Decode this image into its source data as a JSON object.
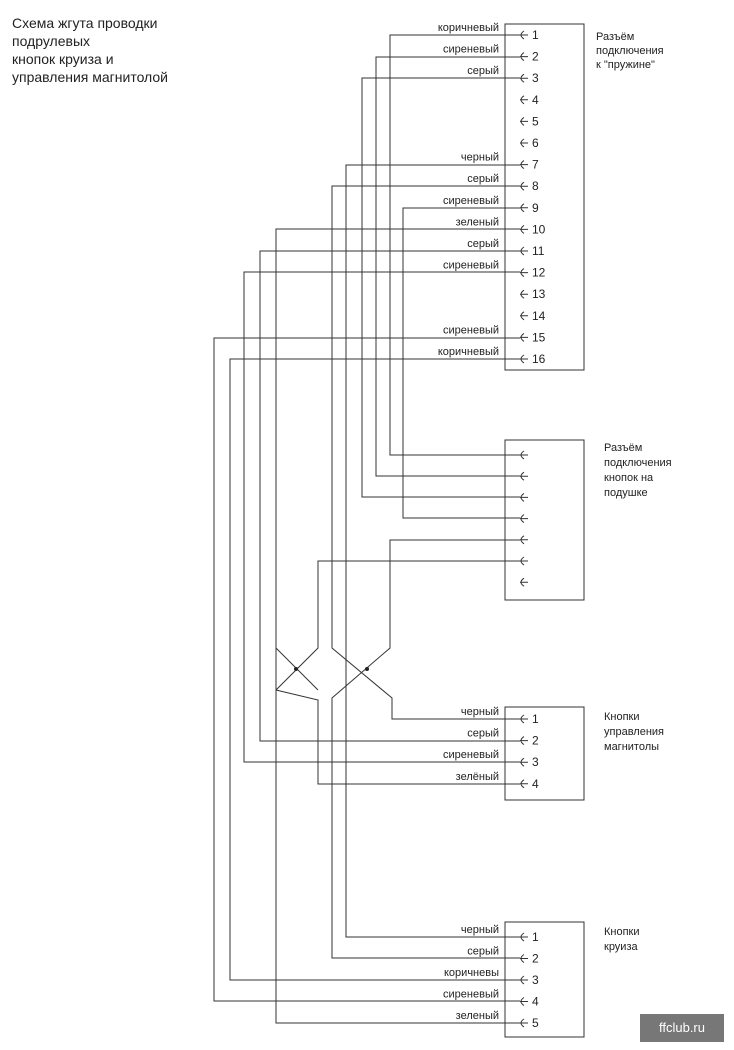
{
  "title": [
    "Схема жгута проводки",
    "подрулевых",
    "кнопок круиза и",
    "управления магнитолой"
  ],
  "connectors": {
    "spring": {
      "label": [
        "Разъём",
        "подключения",
        "к \"пружине\""
      ],
      "pins": [
        "1",
        "2",
        "3",
        "4",
        "5",
        "6",
        "7",
        "8",
        "9",
        "10",
        "11",
        "12",
        "13",
        "14",
        "15",
        "16"
      ],
      "wires": [
        "коричневый",
        "сиреневый",
        "серый",
        "",
        "",
        "",
        "черный",
        "серый",
        "сиреневый",
        "зеленый",
        "серый",
        "сиреневый",
        "",
        "",
        "сиреневый",
        "коричневый"
      ]
    },
    "pad": {
      "label": [
        "Разъём",
        "подключения",
        "кнопок на",
        "подушке"
      ]
    },
    "audio": {
      "label": [
        "Кнопки",
        "управления",
        "магнитолы"
      ],
      "pins": [
        "1",
        "2",
        "3",
        "4"
      ],
      "wires": [
        "черный",
        "серый",
        "сиреневый",
        "зелёный"
      ]
    },
    "cruise": {
      "label": [
        "Кнопки",
        "круиза"
      ],
      "pins": [
        "1",
        "2",
        "3",
        "4",
        "5"
      ],
      "wires": [
        "черный",
        "серый",
        "коричневы",
        "сиреневый",
        "зеленый"
      ]
    }
  },
  "watermark": "ffclub.ru"
}
